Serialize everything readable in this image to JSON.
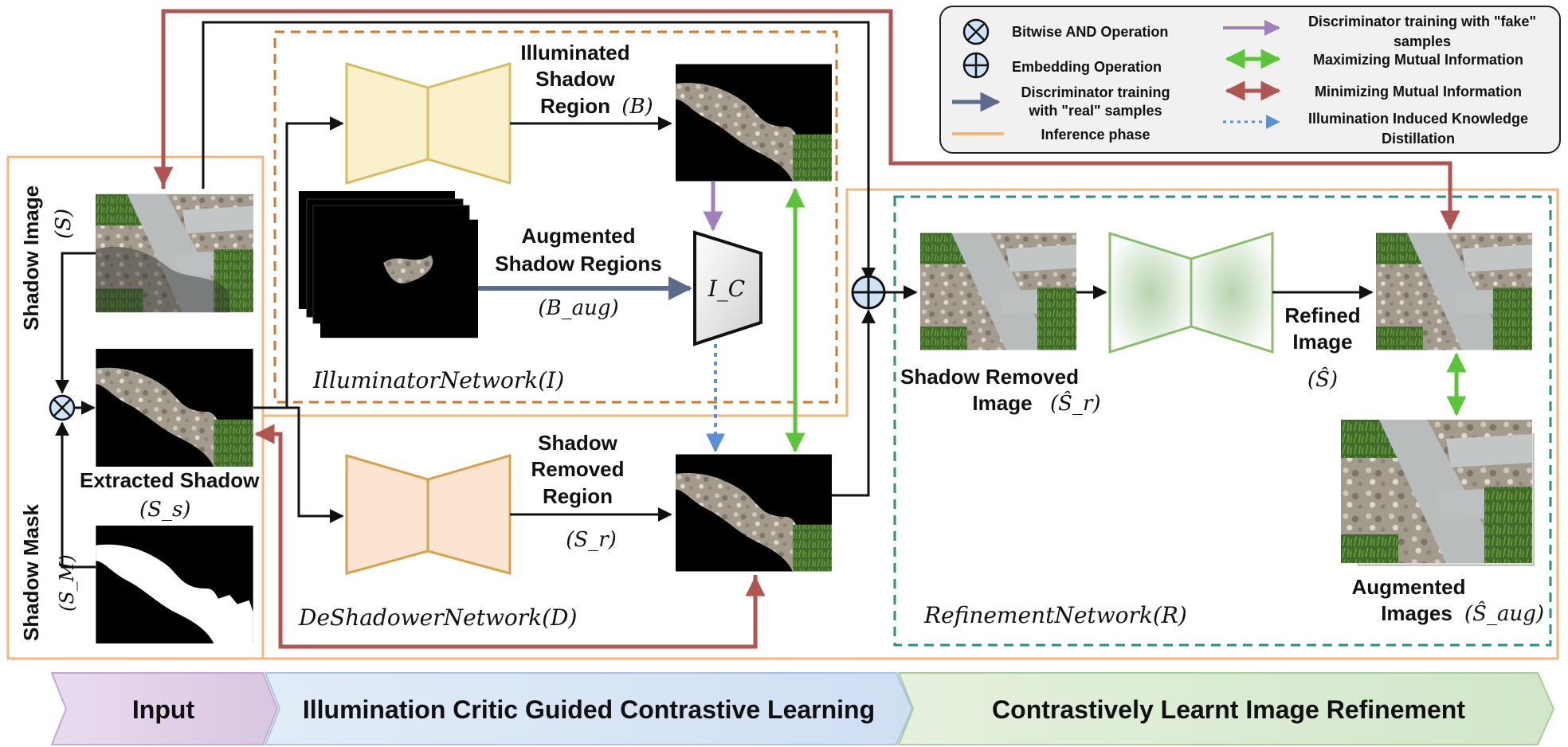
{
  "legend": {
    "bitwise_and": "Bitwise AND Operation",
    "embedding": "Embedding Operation",
    "real_line1": "Discriminator training",
    "real_line2": "with \"real\" samples",
    "inference": "Inference phase",
    "fake_line1": "Discriminator training with \"fake\"",
    "fake_line2": "samples",
    "max_mi": "Maximizing Mutual Information",
    "min_mi": "Minimizing Mutual Information",
    "distill_line1": "Illumination Induced Knowledge",
    "distill_line2": "Distillation"
  },
  "labels": {
    "shadow_image": "Shadow Image",
    "shadow_image_sym": "(S)",
    "shadow_mask": "Shadow Mask",
    "shadow_mask_sym": "(S_M)",
    "extracted_shadow": "Extracted Shadow",
    "extracted_shadow_sym": "(S_s)",
    "illuminated_l1": "Illuminated",
    "illuminated_l2": "Shadow",
    "illuminated_l3": "Region",
    "illuminated_sym": "(B)",
    "augmented_l1": "Augmented",
    "augmented_l2": "Shadow Regions",
    "augmented_sym": "(B_aug)",
    "critic_sym": "I_C",
    "illuminator_net": "IlluminatorNetwork(I)",
    "deshadower_net": "DeShadowerNetwork(D)",
    "removed_region_l1": "Shadow",
    "removed_region_l2": "Removed",
    "removed_region_l3": "Region",
    "removed_region_sym": "(S_r)",
    "shadow_removed_l1": "Shadow Removed",
    "shadow_removed_l2": "Image",
    "shadow_removed_sym": "(Ŝ_r)",
    "refined_l1": "Refined",
    "refined_l2": "Image",
    "refined_sym": "(Ŝ)",
    "refinement_net": "RefinementNetwork(R)",
    "aug_images_l1": "Augmented",
    "aug_images_l2": "Images",
    "aug_images_sym": "(Ŝ_aug)"
  },
  "bands": {
    "input": "Input",
    "contrastive": "Illumination Critic Guided Contrastive Learning",
    "refinement": "Contrastively Learnt Image Refinement"
  },
  "colors": {
    "inference_orange": "#f4b67c",
    "illuminator_box": "#c87a30",
    "refinement_box": "#2a8f86",
    "red_arrow": "#b0554f",
    "green_arrow": "#5cc43b",
    "purple_arrow": "#a07fbf",
    "blue_arrow": "#5a6b8c",
    "dotted_blue": "#5b8fd6",
    "band_input": "#e4d4ea",
    "band_contrastive": "#d9e6f6",
    "band_refinement": "#dcebd6"
  }
}
